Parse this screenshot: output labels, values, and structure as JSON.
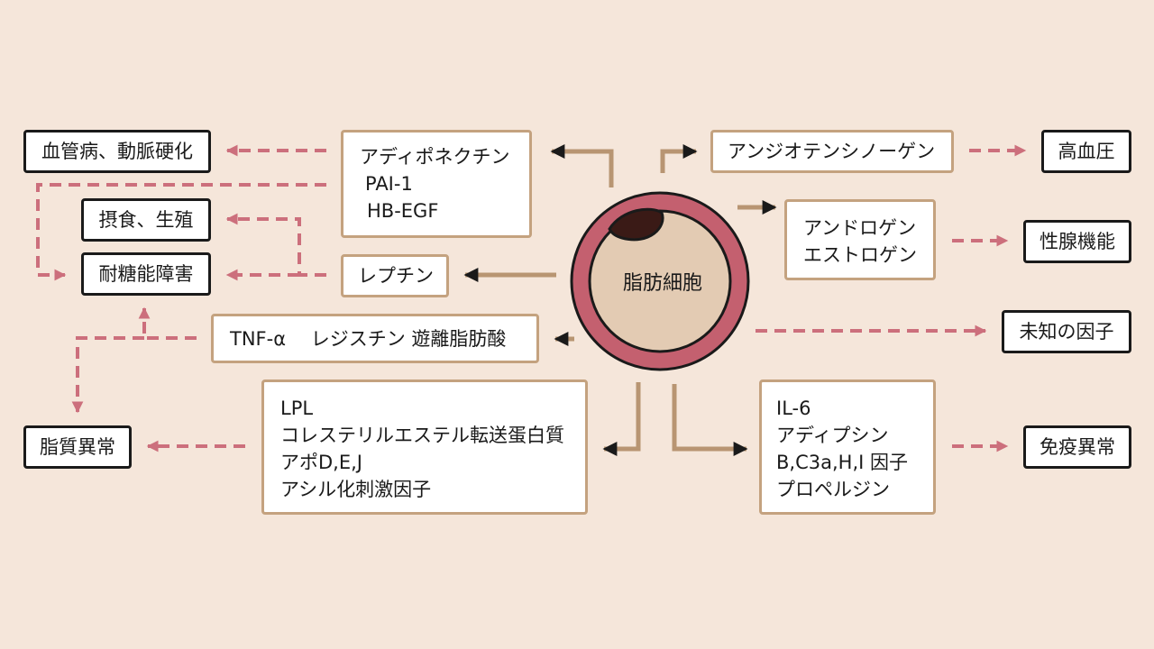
{
  "colors": {
    "background": "#f5e6da",
    "secretion_box_border": "#c4a27f",
    "outcome_box_border": "#1a1a1a",
    "solid_arrow": "#b89572",
    "dashed_arrow": "#cc6f7c",
    "cell_membrane": "#c4606f",
    "cell_cytoplasm": "#e3cbb3",
    "cell_nucleus": "#3a1a16"
  },
  "center": {
    "label": "脂肪細胞"
  },
  "secretions": {
    "adipo": [
      "アディポネクチン",
      "PAI-1",
      "HB-EGF"
    ],
    "leptin": [
      "レプチン"
    ],
    "tnf": [
      "TNF-α　 レジスチン  遊離脂肪酸"
    ],
    "lpl": [
      "LPL",
      "コレステリルエステル転送蛋白質",
      "アポD,E,J",
      "アシル化刺激因子"
    ],
    "angio": [
      "アンジオテンシノーゲン"
    ],
    "andro": [
      "アンドロゲン",
      "エストロゲン"
    ],
    "il6": [
      "IL-6",
      "アディプシン",
      "B,C3a,H,I 因子",
      "プロペルジン"
    ]
  },
  "outcomes": {
    "vascular": "血管病、動脈硬化",
    "appetite": "摂食、生殖",
    "glucose": "耐糖能障害",
    "lipid": "脂質異常",
    "hypertension": "高血圧",
    "gonad": "性腺機能",
    "unknown": "未知の因子",
    "immune": "免疫異常"
  }
}
